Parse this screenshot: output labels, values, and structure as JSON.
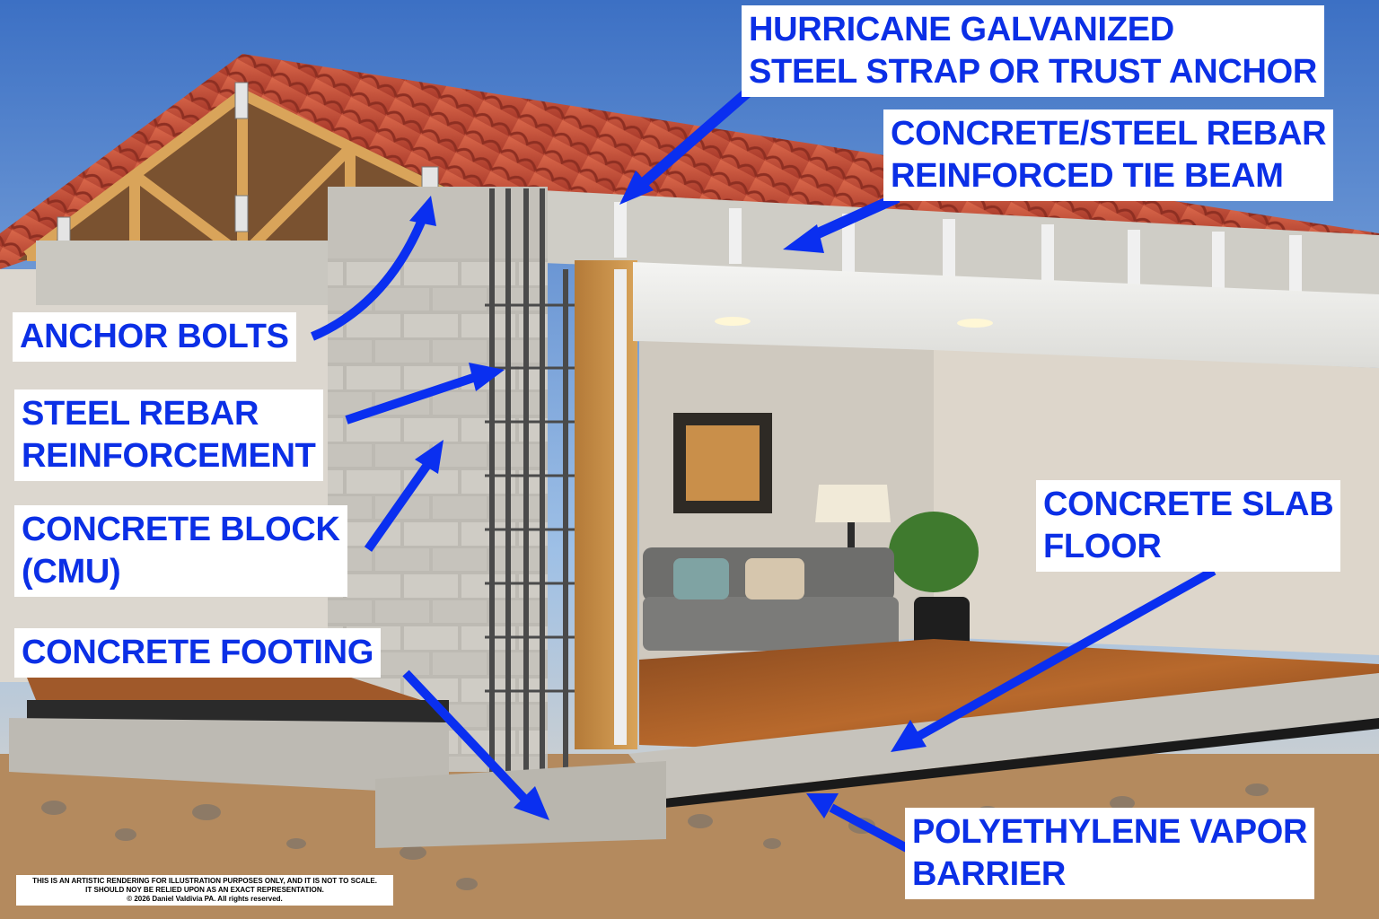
{
  "labels": {
    "hurricane_strap": [
      "HURRICANE GALVANIZED",
      "STEEL STRAP OR TRUST ANCHOR"
    ],
    "tie_beam": [
      "CONCRETE/STEEL REBAR",
      "REINFORCED TIE BEAM"
    ],
    "anchor_bolts": [
      "ANCHOR BOLTS"
    ],
    "steel_rebar": [
      "STEEL REBAR",
      "REINFORCEMENT"
    ],
    "concrete_block": [
      "CONCRETE BLOCK",
      "(CMU)"
    ],
    "concrete_footing": [
      "CONCRETE FOOTING"
    ],
    "slab_floor": [
      "CONCRETE SLAB",
      "FLOOR"
    ],
    "vapor_barrier": [
      "POLYETHYLENE VAPOR",
      "BARRIER"
    ]
  },
  "disclaimer": [
    "THIS IS AN ARTISTIC RENDERING FOR ILLUSTRATION PURPOSES ONLY, AND IT IS NOT TO SCALE.",
    "IT SHOULD NOY BE RELIED UPON AS AN EXACT REPRESENTATION.",
    "© 2026 Daniel Valdivia PA. All rights reserved."
  ],
  "colors": {
    "label_text": "#0b2fe6",
    "arrow": "#0a2ff0",
    "roof_tile": "#c9503a",
    "sky": "#6f9fd8",
    "concrete": "#c9c7c0"
  }
}
